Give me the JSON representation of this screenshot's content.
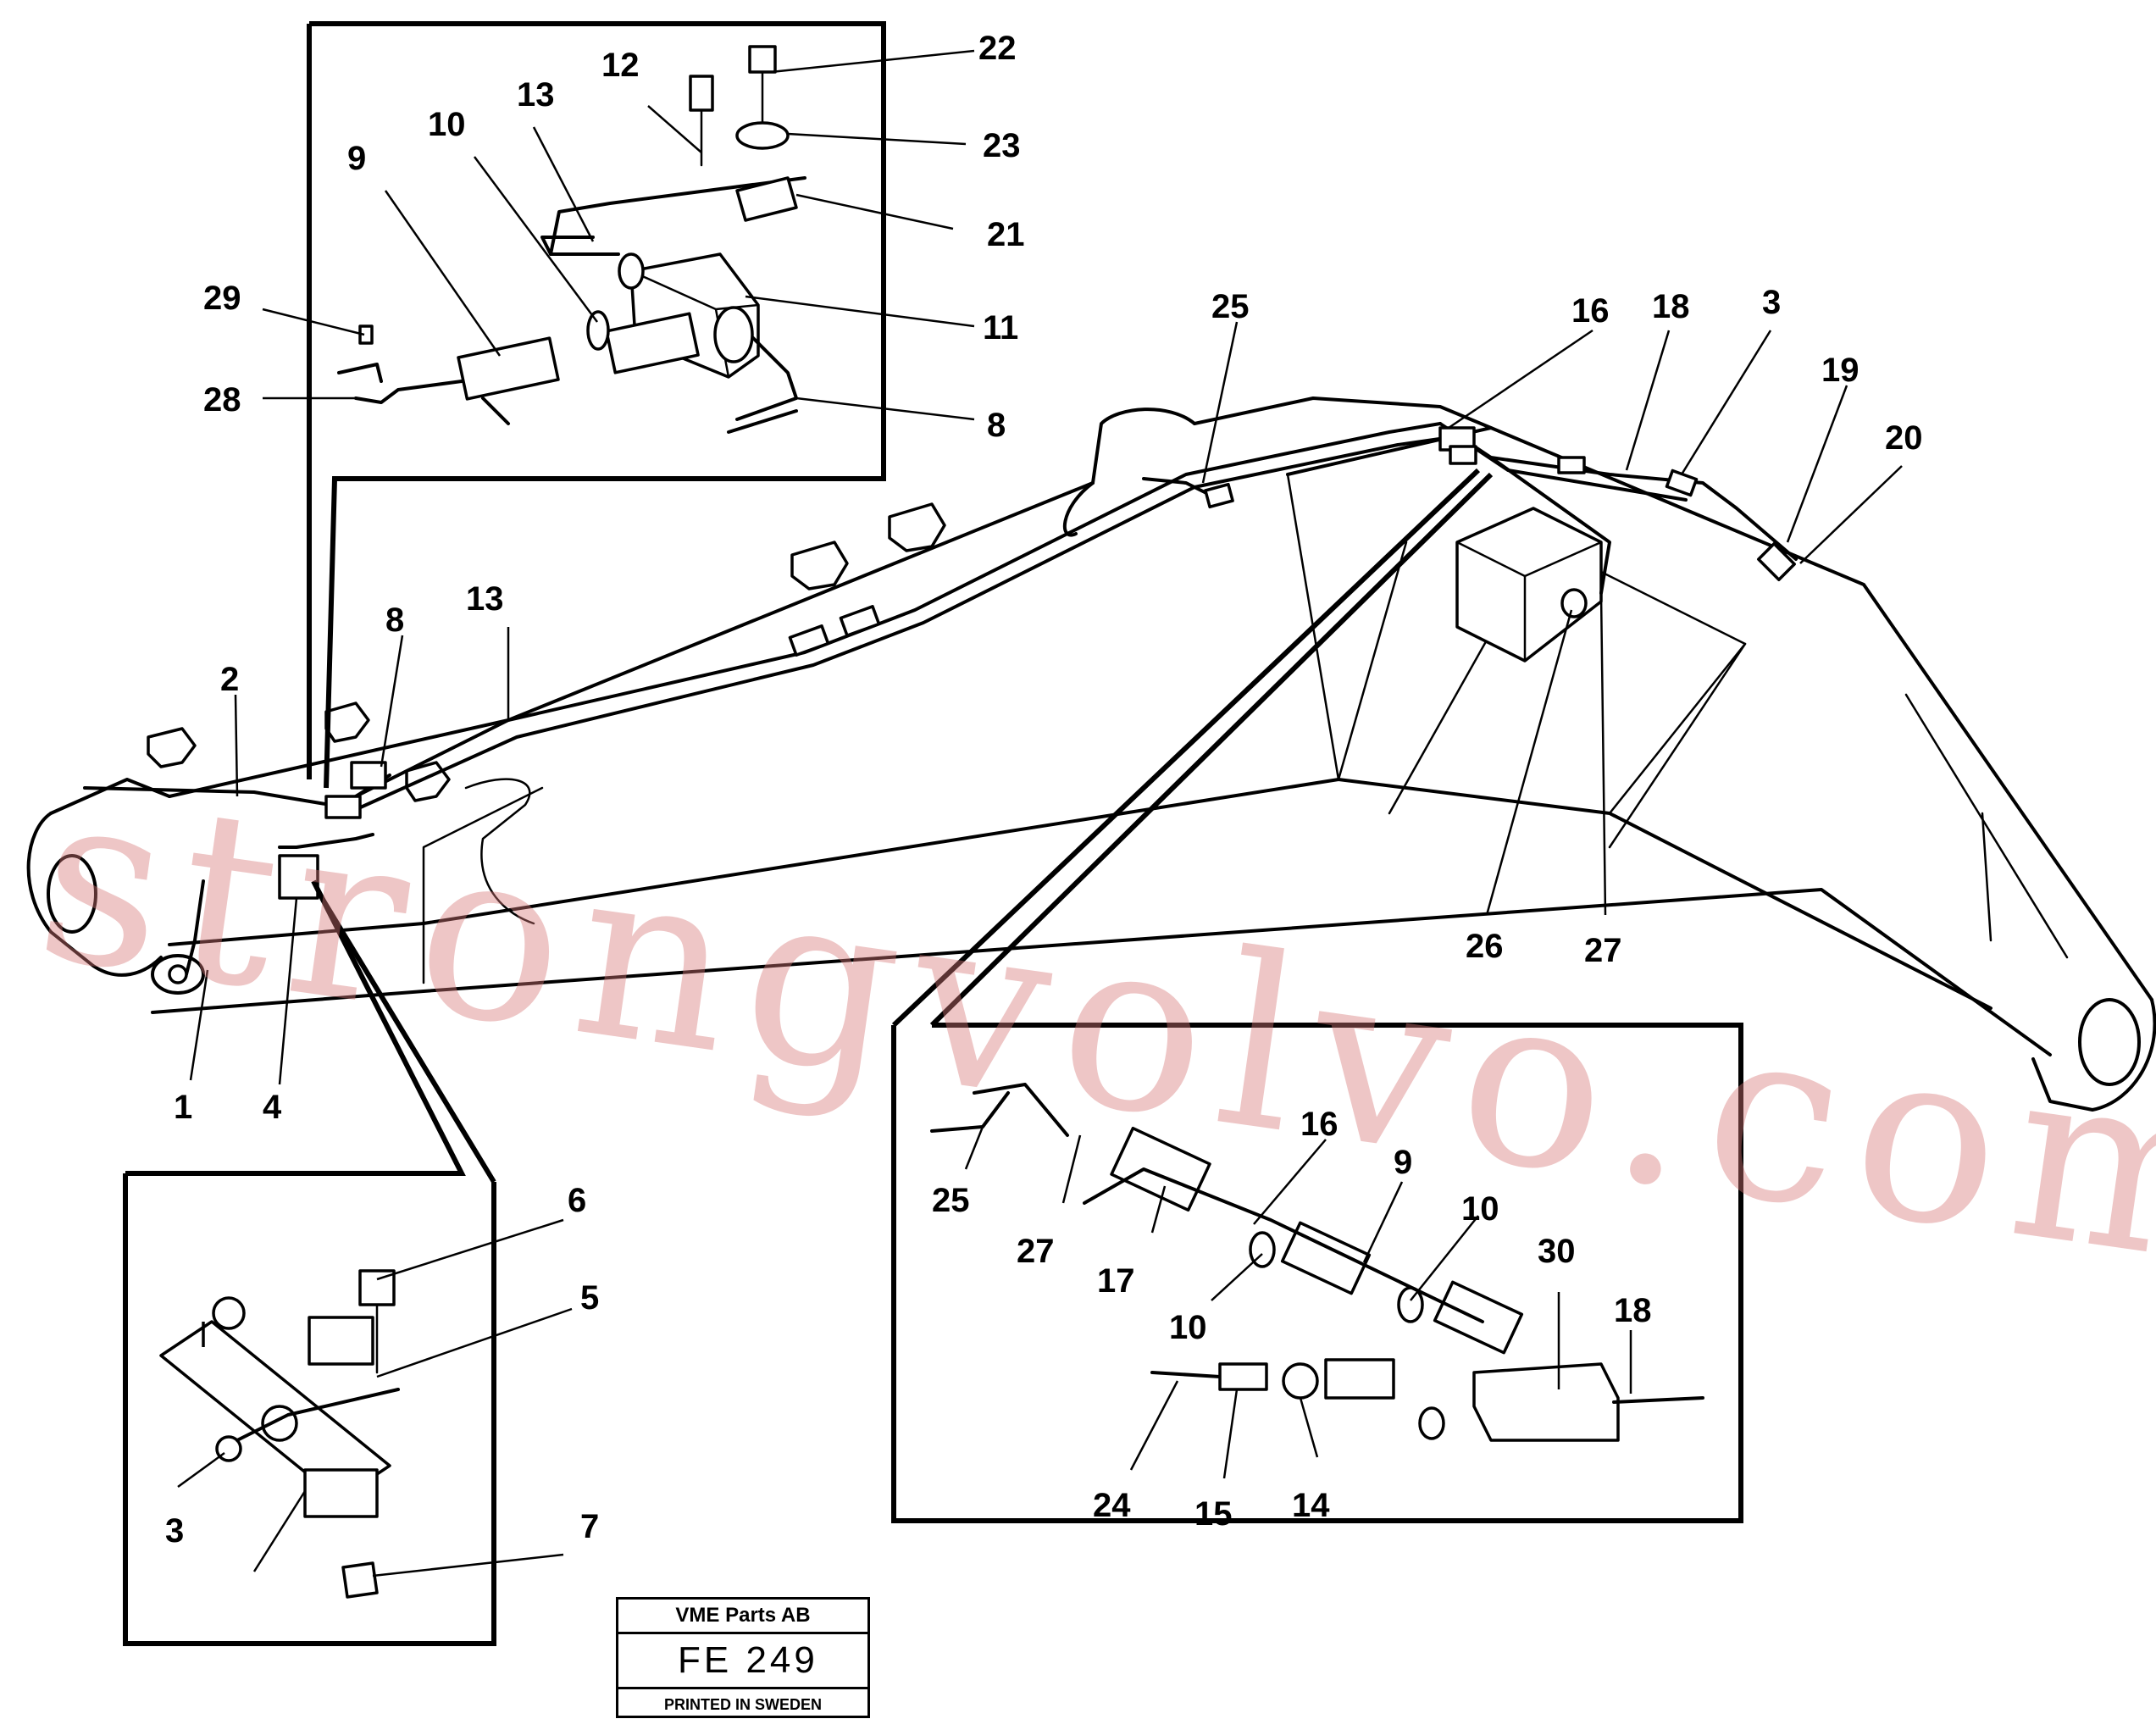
{
  "title_block": {
    "company": "VME Parts AB",
    "drawing_code": "FE  249",
    "printed": "PRINTED IN SWEDEN"
  },
  "watermark": "strongvolvo.com",
  "callouts": {
    "main": [
      "1",
      "2",
      "4",
      "8",
      "13",
      "25",
      "16",
      "18",
      "3",
      "19",
      "20",
      "26",
      "27"
    ],
    "inset_top": [
      "12",
      "22",
      "13",
      "10",
      "23",
      "9",
      "21",
      "29",
      "11",
      "28",
      "8"
    ],
    "inset_bottom_left": [
      "6",
      "5",
      "3",
      "7"
    ],
    "inset_bottom_right": [
      "16",
      "9",
      "10",
      "30",
      "25",
      "27",
      "17",
      "10",
      "18",
      "24",
      "15",
      "14"
    ]
  }
}
